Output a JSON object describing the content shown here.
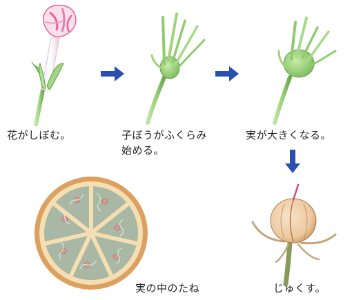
{
  "captions": {
    "wilting": "花がしぼむ。",
    "swelling_line1": "子ぼうがふくらみ",
    "swelling_line2": "始める。",
    "growing": "実が大きくなる。",
    "ripe": "じゅくす。",
    "cross_section": "実の中のたね"
  },
  "colors": {
    "arrow": "#2a4fb0",
    "stem": "#9bd27a",
    "stem_dark": "#6aa84f",
    "petal_pink": "#e9609a",
    "ripe_fruit": "#ecc9a0",
    "section_rim": "#dca060",
    "seed_tissue": "#a9b8a4"
  },
  "icons": [
    "arrow-right-icon",
    "arrow-right-icon",
    "arrow-down-icon"
  ]
}
